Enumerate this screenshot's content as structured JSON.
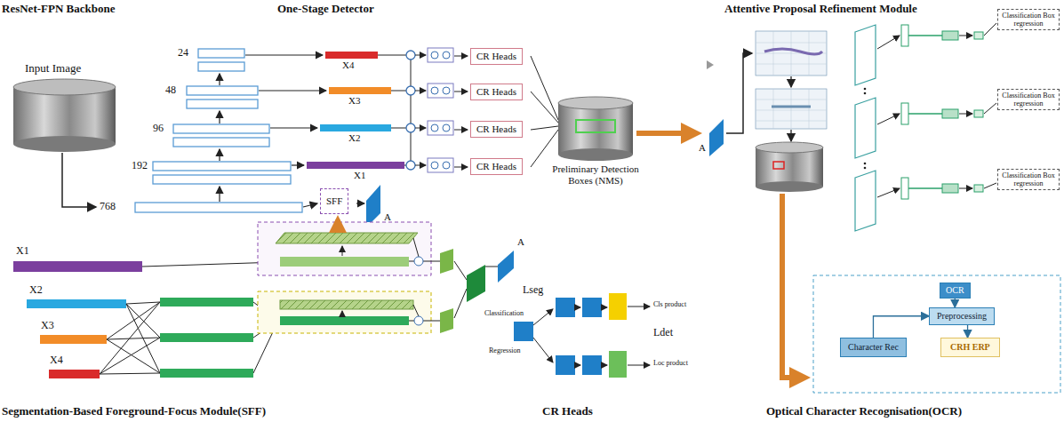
{
  "diagram": {
    "nodes": [
      {
        "text": [
          "CR Heads"
        ]
      },
      {
        "text": [
          "CR Heads"
        ]
      },
      {
        "text": [
          "CR Heads"
        ]
      },
      {
        "text": [
          "CR Heads"
        ]
      },
      {
        "text": [
          "SFF"
        ]
      },
      {
        "text": [
          "Classification Box regression"
        ]
      },
      {
        "text": [
          "Classification Box regression"
        ]
      },
      {
        "text": [
          "Classification Box regression"
        ]
      },
      {
        "text": [
          "OCR"
        ]
      },
      {
        "text": [
          "Preprocessing"
        ]
      },
      {
        "text": [
          "Character Rec"
        ]
      },
      {
        "text": [
          "CRH ERP"
        ]
      }
    ],
    "edges": [
      {
        "from": 8,
        "to": 9,
        "arrow": "to"
      },
      {
        "from": 10,
        "to": 9,
        "arrow": "to"
      },
      {
        "from": 9,
        "to": 11,
        "arrow": "to"
      }
    ],
    "labels": [
      "ResNet-FPN Backbone",
      "One-Stage Detector",
      "Attentive Proposal Refinement Module",
      "Input Image",
      "24",
      "48",
      "96",
      "192",
      "768",
      "X4",
      "X3",
      "X2",
      "X1",
      "A",
      "Preliminary Detection Boxes (NMS)",
      "A",
      "X1",
      "X2",
      "X3",
      "X4",
      "A",
      "Lseg",
      "Classification",
      "Regression",
      "Cls product",
      "Loc product",
      "Ldet",
      "Segmentation-Based Foreground-Focus Module(SFF)",
      "CR Heads",
      "Optical Character Recognisation(OCR)"
    ]
  }
}
